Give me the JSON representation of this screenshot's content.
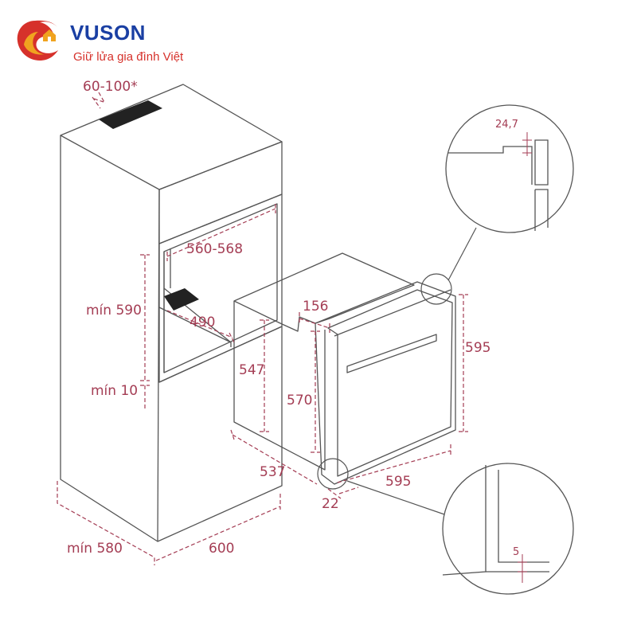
{
  "brand": {
    "name": "VUSON",
    "tagline": "Giữ lửa gia đình Việt",
    "name_color": "#1a3fa3",
    "tagline_color": "#d6312b",
    "logo_icon": "house-flame-logo-icon"
  },
  "colors": {
    "line": "#555555",
    "dimension": "#a43d54",
    "panel": "#222222",
    "background": "#ffffff"
  },
  "dimensions": {
    "top_vent": "60-100*",
    "niche_width": "560-568",
    "niche_height": "mín 590",
    "niche_depth": "490",
    "gap_below": "mín 10",
    "cabinet_depth": "mín 580",
    "cabinet_width": "600",
    "oven_top_depth": "156",
    "oven_body_height": "547",
    "oven_front_height": "570",
    "oven_height": "595",
    "oven_depth": "537",
    "oven_width": "595",
    "front_offset": "22",
    "detail_top": "24,7",
    "detail_bottom": "5"
  }
}
